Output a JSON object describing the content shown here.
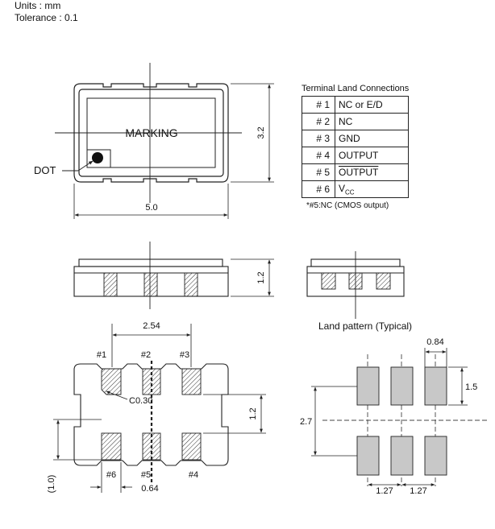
{
  "header": {
    "units": "Units : mm",
    "tolerance": "Tolerance : 0.1"
  },
  "top_view": {
    "marking": "MARKING",
    "dot_label": "DOT",
    "width_dim": "5.0",
    "height_dim": "3.2"
  },
  "side_view": {
    "thickness_dim": "1.2"
  },
  "terminal_table": {
    "title": "Terminal Land Connections",
    "rows": [
      {
        "pin": "# 1",
        "function": "NC or E/D",
        "overline": false
      },
      {
        "pin": "# 2",
        "function": "NC",
        "overline": false
      },
      {
        "pin": "# 3",
        "function": "GND",
        "overline": false
      },
      {
        "pin": "# 4",
        "function": "OUTPUT",
        "overline": false
      },
      {
        "pin": "# 5",
        "function": "OUTPUT",
        "overline": true
      },
      {
        "pin": "# 6",
        "function": "V",
        "subscript": "CC",
        "overline": false
      }
    ],
    "note": "*#5:NC (CMOS output)"
  },
  "bottom_view": {
    "pitch_dim": "2.54",
    "pad_labels_top": [
      "#1",
      "#2",
      "#3"
    ],
    "pad_labels_bottom": [
      "#6",
      "#5",
      "#4"
    ],
    "chamfer_dim": "C0.30",
    "row_gap_dim": "1.2",
    "pad_length_dim": "(1.0)",
    "pad_width_dim": "0.64"
  },
  "land_pattern": {
    "title": "Land pattern (Typical)",
    "pad_width_dim": "0.84",
    "pad_height_dim": "1.5",
    "row_span_dim": "2.7",
    "pitch_left_dim": "1.27",
    "pitch_right_dim": "1.27"
  }
}
